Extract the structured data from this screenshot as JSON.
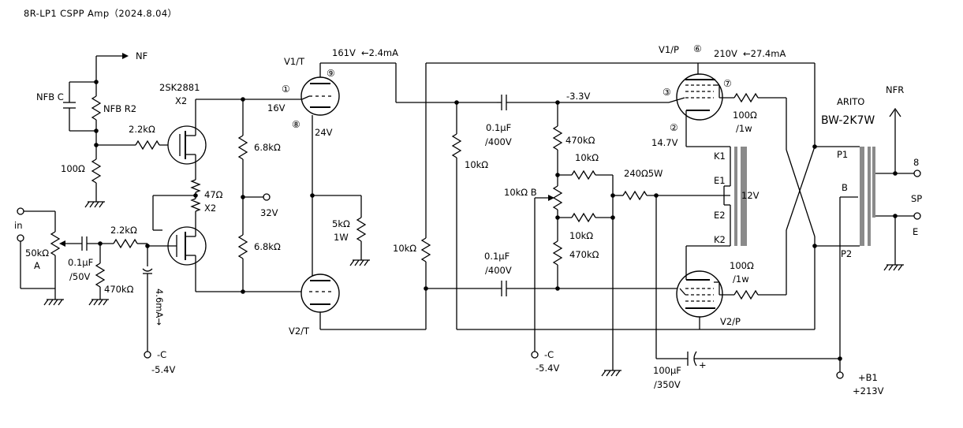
{
  "title": "8R-LP1 CSPP Amp（2024.8.04）",
  "labels": {
    "nf": "NF",
    "nfb_c": "NFB C",
    "nfb_r2": "NFB R2",
    "fet_part": "2SK2881",
    "fet_qty": "X2",
    "r_2k2_top": "2.2kΩ",
    "r_100": "100Ω",
    "r_47": "47Ω",
    "r_47_qty": "X2",
    "in": "in",
    "pot_50k": "50kΩ",
    "pot_50k_taper": "A",
    "c_in": "0.1μF",
    "c_in_v": "/50V",
    "r_2k2_in": "2.2kΩ",
    "r_470k_in": "470kΩ",
    "i_46": "4.6mA→",
    "neg_c_left": "-C",
    "neg_c_left_v": "-5.4V",
    "r_6k8_top": "6.8kΩ",
    "r_6k8_bot": "6.8kΩ",
    "v32": "32V",
    "v1t": "V1/T",
    "v161": "161V",
    "i_24": "←2.4mA",
    "v16": "16V",
    "v24": "24V",
    "r_5k": "5kΩ",
    "r_5k_w": "1W",
    "v2t": "V2/T",
    "r_10k_left": "10kΩ",
    "r_10k_mid": "10kΩ",
    "c_top": "0.1μF",
    "c_top_v": "/400V",
    "c_bot": "0.1μF",
    "c_bot_v": "/400V",
    "v_neg33": "-3.3V",
    "r_470k_top": "470kΩ",
    "r_470k_bot": "470kΩ",
    "r_10k_a": "10kΩ",
    "r_10k_b": "10kΩ",
    "pot_10k": "10kΩ B",
    "r_240": "240Ω5W",
    "neg_c_mid": "-C",
    "neg_c_mid_v": "-5.4V",
    "c_100u": "100μF",
    "c_100u_v": "/350V",
    "v1p": "V1/P",
    "v210": "210V",
    "i_274": "←27.4mA",
    "v147": "14.7V",
    "r_100_top": "100Ω",
    "r_100_top_w": "/1w",
    "r_100_bot": "100Ω",
    "r_100_bot_w": "/1w",
    "v2p": "V2/P",
    "k1": "K1",
    "e1": "E1",
    "v12": "12V",
    "e2": "E2",
    "k2": "K2",
    "arito": "ARITO",
    "bw2k7w": "BW-2K7W",
    "p1": "P1",
    "b": "B",
    "p2": "P2",
    "nfr": "NFR",
    "out8": "8",
    "sp": "SP",
    "e": "E",
    "b1": "+B1",
    "b1_v": "+213V",
    "pin1": "①",
    "pin9": "⑨",
    "pin8": "⑧",
    "pin6": "⑥",
    "pin3": "③",
    "pin7": "⑦",
    "pin2": "②"
  }
}
